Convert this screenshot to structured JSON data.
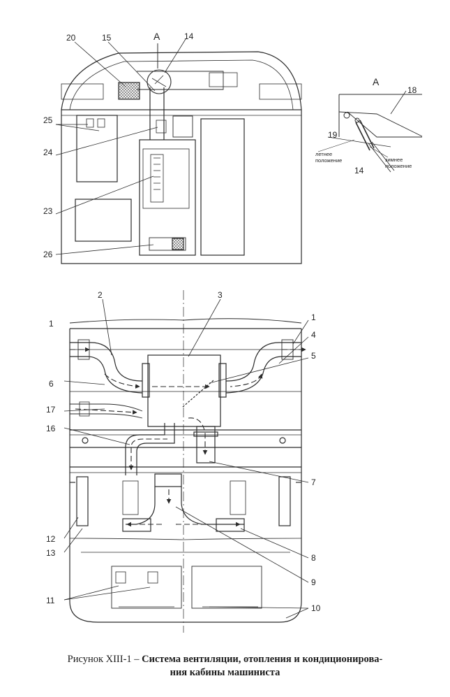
{
  "view_a": {
    "title": "А",
    "callouts": [
      "20",
      "15",
      "14",
      "25",
      "24",
      "23",
      "26"
    ]
  },
  "detail_a": {
    "title": "А",
    "callouts": [
      "18",
      "19",
      "14"
    ],
    "summer_position": [
      "летнее",
      "положение"
    ],
    "winter_position": [
      "зимнее",
      "положение"
    ]
  },
  "section": {
    "callouts_left": [
      "1",
      "6",
      "17",
      "16",
      "12",
      "13",
      "11"
    ],
    "callouts_top": [
      "2",
      "3"
    ],
    "callouts_right": [
      "1",
      "4",
      "5",
      "7",
      "8",
      "9",
      "10"
    ]
  },
  "caption": {
    "prefix": "Рисунок XIII-1 – ",
    "title_line1": "Система вентиляции, отопления и кондиционирова-",
    "title_line2": "ния кабины машиниста"
  },
  "colors": {
    "ink": "#2a2a2a",
    "paper": "#ffffff",
    "shade": "#cfcfcf"
  },
  "icons": {
    "air_flow": "arrow-icon"
  }
}
